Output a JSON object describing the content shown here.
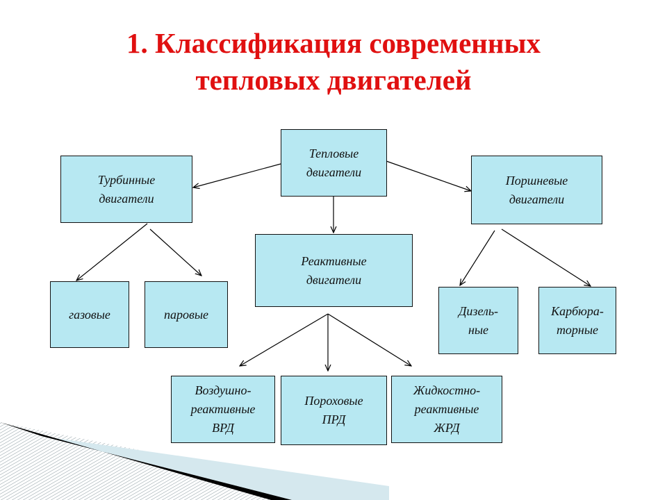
{
  "title": {
    "line1": "1. Классификация современных",
    "line2": "тепловых двигателей"
  },
  "nodes": {
    "root": "Тепловые\nдвигатели",
    "turbine": "Турбинные\nдвигатели",
    "piston": "Поршневые\nдвигатели",
    "jet": "Реактивные\nдвигатели",
    "gas": "газовые",
    "steam": "паровые",
    "diesel": "Дизель-\nные",
    "carburetor": "Карбюра-\nторные",
    "air_jet": "Воздушно-\nреактивные\nВРД",
    "powder": "Пороховые\nПРД",
    "liquid": "Жидкостно-\nреактивные\nЖРД"
  },
  "colors": {
    "title": "#e01010",
    "box_fill": "#b7e8f2"
  }
}
